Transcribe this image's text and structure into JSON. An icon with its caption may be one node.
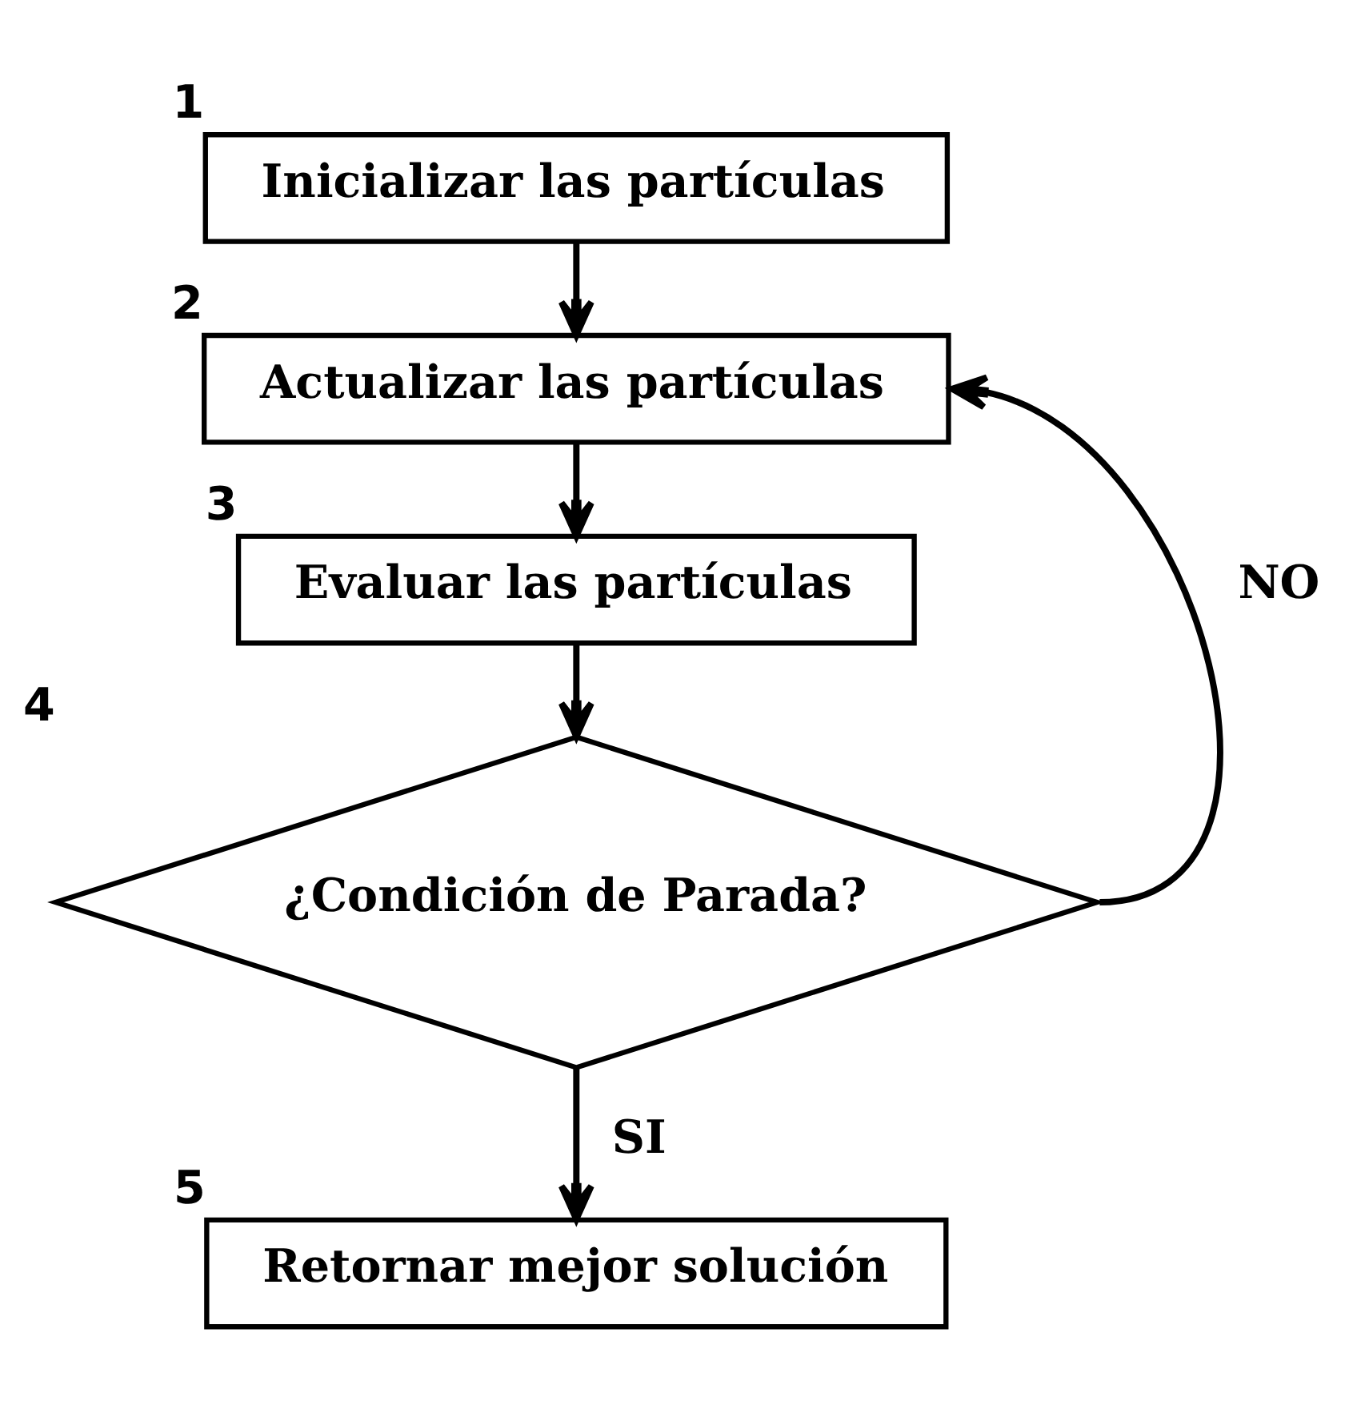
{
  "diagram": {
    "nodes": [
      {
        "text": [
          "Inicializar las partículas"
        ],
        "beside": [
          "1"
        ]
      },
      {
        "text": [
          "Actualizar las partículas"
        ],
        "beside": [
          "2"
        ]
      },
      {
        "text": [
          "Evaluar las partículas"
        ],
        "beside": [
          "3"
        ]
      },
      {
        "text": [
          "¿Condición de Parada?"
        ],
        "beside": [
          "4"
        ]
      },
      {
        "text": [
          "Retornar mejor solución"
        ],
        "beside": [
          "5"
        ]
      }
    ],
    "edges": [
      {
        "from": 0,
        "to": 1,
        "arrow": "to"
      },
      {
        "from": 1,
        "to": 2,
        "arrow": "to"
      },
      {
        "from": 2,
        "to": 3,
        "arrow": "to"
      },
      {
        "from": 3,
        "to": 4,
        "arrow": "to",
        "label": "SI"
      },
      {
        "from": 3,
        "to": 1,
        "arrow": "to",
        "label": "NO"
      }
    ]
  }
}
